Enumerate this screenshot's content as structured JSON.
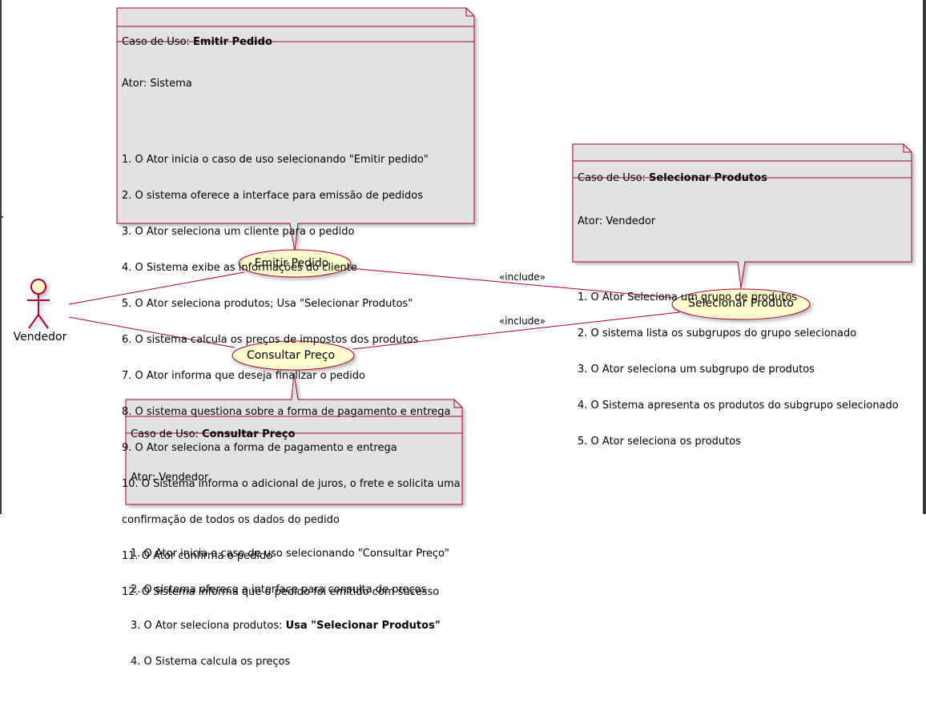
{
  "actor": {
    "name": "Vendedor"
  },
  "use_cases": {
    "emitir": "Emitir Pedido",
    "consultar": "Consultar Preço",
    "selecionar": "Selecionar Produto"
  },
  "relations": {
    "include1": "«include»",
    "include2": "«include»"
  },
  "notes": {
    "emitir": {
      "title_prefix": "Caso de Uso: ",
      "title_bold": "Emitir Pedido",
      "actor_line": "Ator: Sistema",
      "steps": [
        "1. O Ator inicia o caso de uso selecionando \"Emitir pedido\"",
        "2. O sistema oferece a interface para emissão de pedidos",
        "3. O Ator seleciona um cliente para o pedido",
        "4. O Sistema exibe as informações do cliente",
        "5. O Ator seleciona produtos; Usa \"Selecionar Produtos\"",
        "6. O sistema calcula os preços de impostos dos produtos",
        "7. O Ator informa que deseja finalizar o pedido",
        "8. O sistema questiona sobre a forma de pagamento e entrega",
        "9. O Ator seleciona a forma de pagamento e entrega",
        "10. O Sistema informa o adicional de juros, o frete e solicita uma",
        "confirmação de todos os dados do pedido",
        "11. O Ator confirma o pedido",
        "12. O Sistema informa que o pedido foi emitido com sucesso"
      ]
    },
    "selecionar": {
      "title_prefix": "Caso de Uso: ",
      "title_bold": "Selecionar Produtos",
      "actor_line": "Ator: Vendedor",
      "steps": [
        "1. O Ator Seleciona um grupo de produtos",
        "2. O sistema lista os subgrupos do grupo selecionado",
        "3. O Ator seleciona um subgrupo de produtos",
        "4. O Sistema apresenta os produtos do subgrupo selecionado",
        "5. O Ator seleciona os produtos"
      ]
    },
    "consultar": {
      "title_prefix": "Caso de Uso: ",
      "title_bold": "Consultar Preço",
      "actor_line": "Ator: Vendedor",
      "steps": [
        "1. O Ator inicia o caso de uso selecionando \"Consultar Preço\"",
        "2. O sistema oferece a interface para consulta de preços"
      ],
      "step3_prefix": "3. O Ator seleciona produtos: ",
      "step3_bold": "Usa \"Selecionar Produtos\"",
      "step4": "4. O Sistema calcula os preços"
    }
  },
  "colors": {
    "note_fill": "#e2e2e2",
    "note_border": "#a80036",
    "usecase_fill": "#fefece",
    "line": "#a80036"
  }
}
